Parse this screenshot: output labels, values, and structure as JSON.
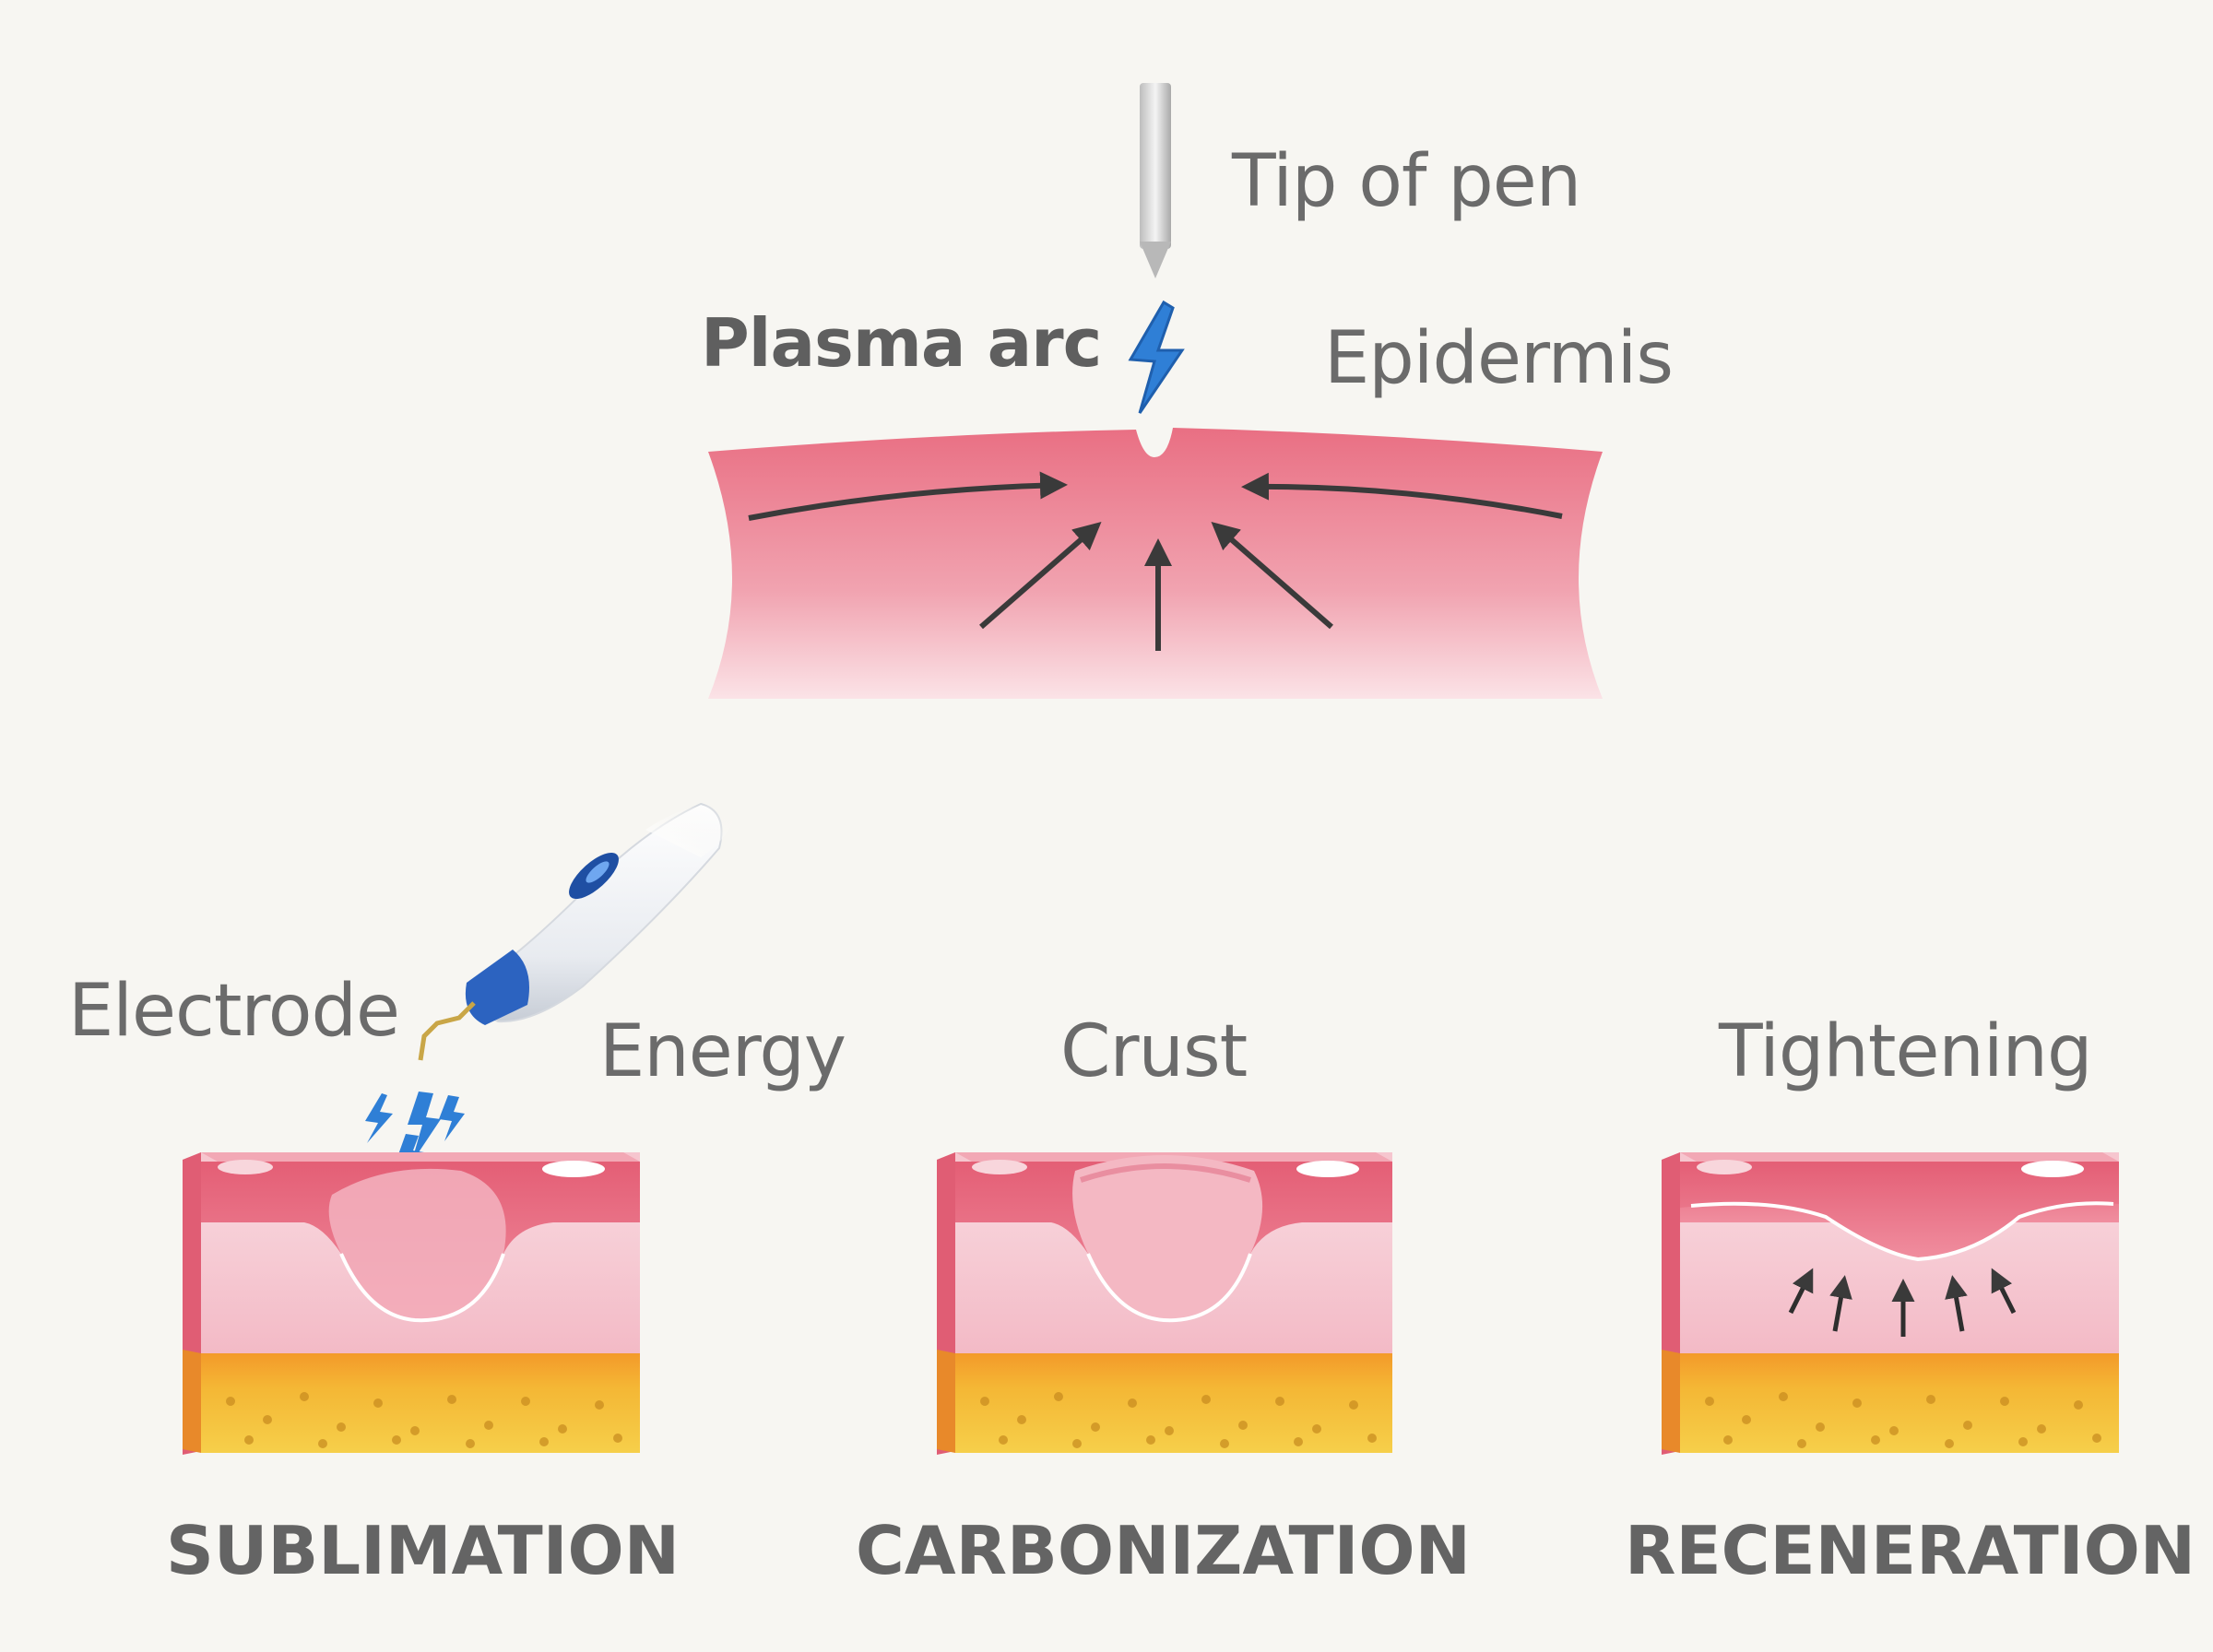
{
  "top_diagram": {
    "tip_label": "Tip of pen",
    "arc_label": "Plasma arc",
    "layer_label": "Epidermis"
  },
  "panels": [
    {
      "label": "Energy",
      "caption": "SUBLIMATION"
    },
    {
      "label": "Crust",
      "caption": "CARBONIZATION"
    },
    {
      "label": "Tightening",
      "caption": "RECENERATION"
    }
  ],
  "electrode_label": "Electrode",
  "colors": {
    "background": "#f7f6f2",
    "skin_top": "#e9788a",
    "skin_light": "#f9dde2",
    "fat": "#f2c13c",
    "arc_blue": "#2f7fd6",
    "text": "#6b6b6b"
  }
}
